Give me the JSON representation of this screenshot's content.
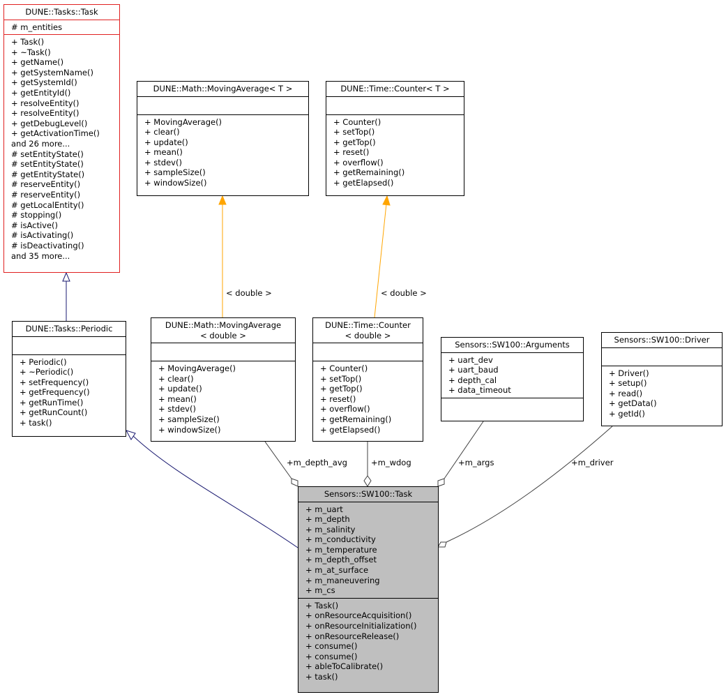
{
  "classes": {
    "task": {
      "title": "DUNE::Tasks::Task",
      "attrs": [
        "# m_entities"
      ],
      "ops": [
        "+ Task()",
        "+ ~Task()",
        "+ getName()",
        "+ getSystemName()",
        "+ getSystemId()",
        "+ getEntityId()",
        "+ resolveEntity()",
        "+ resolveEntity()",
        "+ getDebugLevel()",
        "+ getActivationTime()",
        "and 26 more...",
        "# setEntityState()",
        "# setEntityState()",
        "# getEntityState()",
        "# reserveEntity()",
        "# reserveEntity()",
        "# getLocalEntity()",
        "# stopping()",
        "# isActive()",
        "# isActivating()",
        "# isDeactivating()",
        "and 35 more..."
      ]
    },
    "movavg_t": {
      "title": "DUNE::Math::MovingAverage< T >",
      "attrs": [],
      "ops": [
        "+ MovingAverage()",
        "+ clear()",
        "+ update()",
        "+ mean()",
        "+ stdev()",
        "+ sampleSize()",
        "+ windowSize()"
      ]
    },
    "counter_t": {
      "title": "DUNE::Time::Counter< T >",
      "attrs": [],
      "ops": [
        "+ Counter()",
        "+ setTop()",
        "+ getTop()",
        "+ reset()",
        "+ overflow()",
        "+ getRemaining()",
        "+ getElapsed()"
      ]
    },
    "periodic": {
      "title": "DUNE::Tasks::Periodic",
      "attrs": [],
      "ops": [
        "+ Periodic()",
        "+ ~Periodic()",
        "+ setFrequency()",
        "+ getFrequency()",
        "+ getRunTime()",
        "+ getRunCount()",
        "+ task()"
      ]
    },
    "movavg_d": {
      "title": "DUNE::Math::MovingAverage\n< double >",
      "attrs": [],
      "ops": [
        "+ MovingAverage()",
        "+ clear()",
        "+ update()",
        "+ mean()",
        "+ stdev()",
        "+ sampleSize()",
        "+ windowSize()"
      ]
    },
    "counter_d": {
      "title": "DUNE::Time::Counter\n< double >",
      "attrs": [],
      "ops": [
        "+ Counter()",
        "+ setTop()",
        "+ getTop()",
        "+ reset()",
        "+ overflow()",
        "+ getRemaining()",
        "+ getElapsed()"
      ]
    },
    "args": {
      "title": "Sensors::SW100::Arguments",
      "attrs": [
        "+ uart_dev",
        "+ uart_baud",
        "+ depth_cal",
        "+ data_timeout"
      ],
      "ops": []
    },
    "driver": {
      "title": "Sensors::SW100::Driver",
      "attrs": [],
      "ops": [
        "+ Driver()",
        "+ setup()",
        "+ read()",
        "+ getData()",
        "+ getId()"
      ]
    },
    "sw100task": {
      "title": "Sensors::SW100::Task",
      "attrs": [
        "+ m_uart",
        "+ m_depth",
        "+ m_salinity",
        "+ m_conductivity",
        "+ m_temperature",
        "+ m_depth_offset",
        "+ m_at_surface",
        "+ m_maneuvering",
        "+ m_cs"
      ],
      "ops": [
        "+ Task()",
        "+ onResourceAcquisition()",
        "+ onResourceInitialization()",
        "+ onResourceRelease()",
        "+ consume()",
        "+ consume()",
        "+ ableToCalibrate()",
        "+ task()"
      ]
    }
  },
  "edge_labels": {
    "tmpl_movavg": "< double >",
    "tmpl_counter": "< double >",
    "depth_avg": "+m_depth_avg",
    "wdog": "+m_wdog",
    "args": "+m_args",
    "driver": "+m_driver"
  },
  "colors": {
    "inheritance": "#191970",
    "template": "#ffa500",
    "association": "#404040",
    "highlight_border": "#e02020",
    "highlight_fill": "#bfbfbf"
  }
}
